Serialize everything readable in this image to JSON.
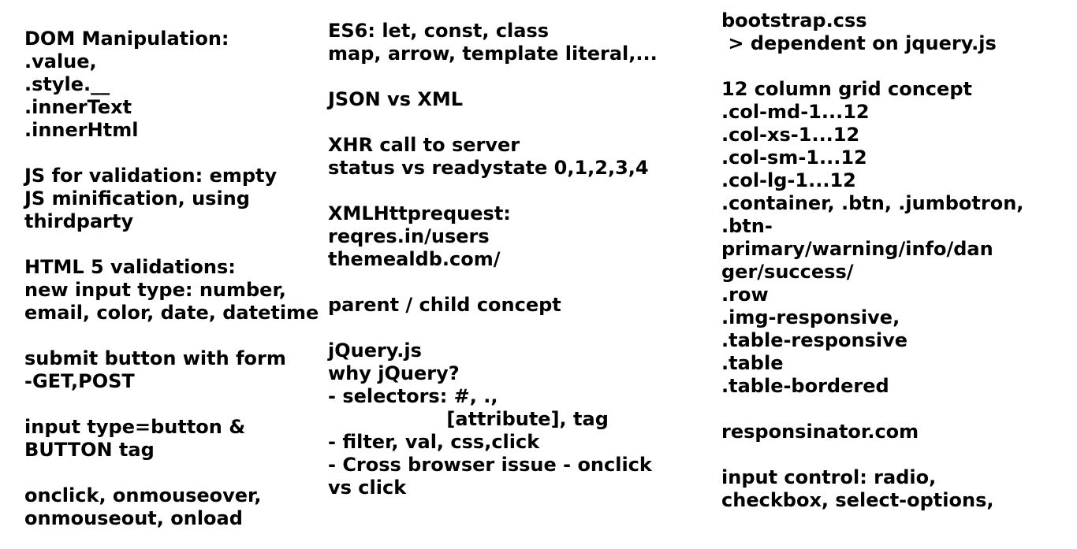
{
  "columns": [
    {
      "lines": [
        "DOM Manipulation:",
        ".value,",
        ".style.__",
        ".innerText",
        ".innerHtml",
        "",
        "JS for validation: empty",
        "JS minification, using",
        "thirdparty",
        "",
        "HTML 5 validations:",
        "new input type: number,",
        "email, color, date, datetime",
        "",
        "submit button with form",
        "-GET,POST",
        "",
        "input type=button &",
        "BUTTON tag",
        "",
        "onclick, onmouseover,",
        "onmouseout, onload"
      ]
    },
    {
      "lines": [
        "ES6: let, const, class",
        "map, arrow, template literal,...",
        "",
        "JSON vs XML",
        "",
        "XHR call to server",
        "status vs readystate 0,1,2,3,4",
        "",
        "XMLHttprequest:",
        "reqres.in/users",
        "themealdb.com/",
        "",
        "parent / child concept",
        "",
        "jQuery.js",
        "why jQuery?",
        "- selectors: #, .,",
        "                  [attribute], tag",
        "- filter, val, css,click",
        "- Cross browser issue - onclick",
        "vs click"
      ]
    },
    {
      "lines": [
        "bootstrap.css",
        " > dependent on jquery.js",
        "",
        "12 column grid concept",
        ".col-md-1...12",
        ".col-xs-1...12",
        ".col-sm-1...12",
        ".col-lg-1...12",
        ".container, .btn, .jumbotron,",
        ".btn-",
        "primary/warning/info/dan",
        "ger/success/",
        ".row",
        ".img-responsive,",
        ".table-responsive",
        ".table",
        ".table-bordered",
        "",
        "responsinator.com",
        "",
        "input control: radio,",
        "checkbox, select-options,"
      ]
    }
  ]
}
